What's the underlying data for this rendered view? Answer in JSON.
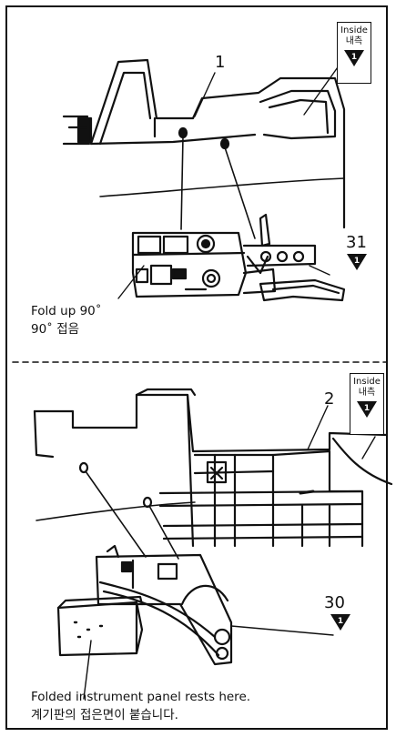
{
  "top_panel": {
    "part_number": "1",
    "inside_badge": {
      "en": "Inside",
      "ko": "내측",
      "step": "1"
    },
    "step_ref": {
      "number": "31",
      "step": "1"
    },
    "note": {
      "en": "Fold up 90˚",
      "ko": "90˚ 접음"
    }
  },
  "bottom_panel": {
    "part_number": "2",
    "inside_badge": {
      "en": "Inside",
      "ko": "내측",
      "step": "1"
    },
    "step_ref": {
      "number": "30",
      "step": "1"
    },
    "note": {
      "en": "Folded instrument panel rests here.",
      "ko": "계기판의 접은면이 붙습니다."
    }
  },
  "colors": {
    "ink": "#111111",
    "background": "#ffffff"
  }
}
